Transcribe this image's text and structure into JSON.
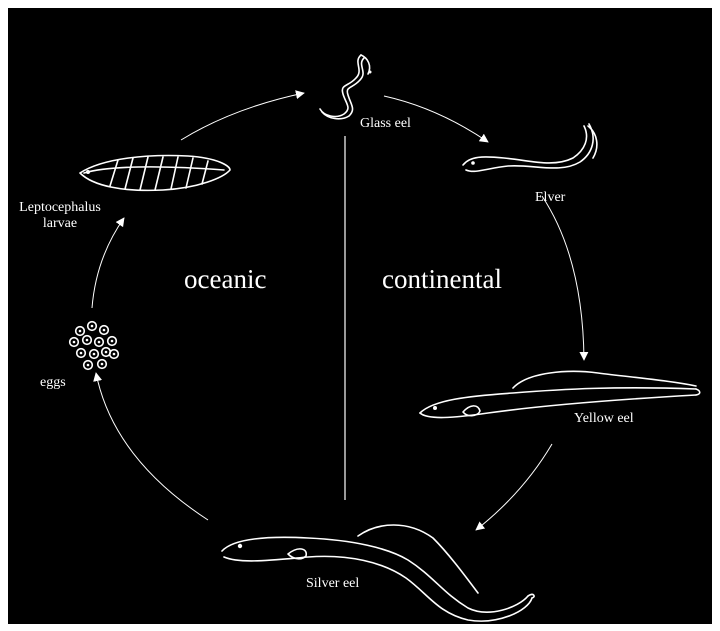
{
  "diagram": {
    "background_color": "#000000",
    "stroke_color": "#ffffff",
    "regions": {
      "oceanic": "oceanic",
      "continental": "continental"
    },
    "stages": [
      {
        "id": "glass-eel",
        "label": "Glass eel"
      },
      {
        "id": "elver",
        "label": "Elver"
      },
      {
        "id": "yellow-eel",
        "label": "Yellow eel"
      },
      {
        "id": "silver-eel",
        "label": "Silver eel"
      },
      {
        "id": "eggs",
        "label": "eggs"
      },
      {
        "id": "leptocephalus",
        "label_line1": "Leptocephalus",
        "label_line2": "larvae"
      }
    ]
  }
}
